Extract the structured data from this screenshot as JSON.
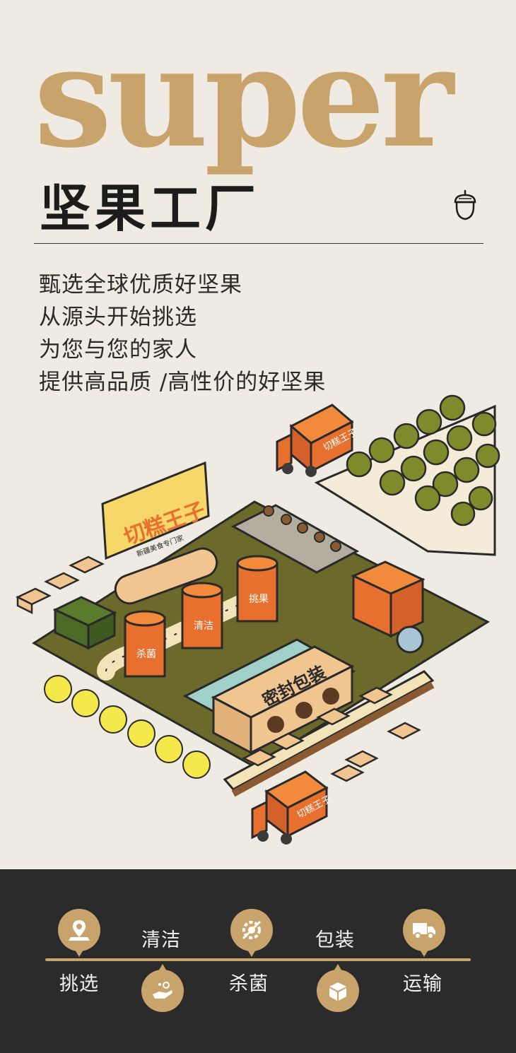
{
  "header": {
    "hero_word": "super",
    "title": "坚果工厂"
  },
  "intro": {
    "lines": [
      "甄选全球优质好坚果",
      "从源头开始挑选",
      "为您与您的家人",
      "提供高品质 /高性价的好坚果"
    ]
  },
  "illustration": {
    "brand_sign": "切糕王子",
    "brand_sub": "新疆美食专门家",
    "truck_label": "切糕王子",
    "tank_labels": [
      "杀菌",
      "清洁",
      "挑果"
    ],
    "machine_label": "密封包装"
  },
  "process": {
    "steps": [
      {
        "label": "挑选",
        "icon": "map-pin-icon"
      },
      {
        "label": "清洁",
        "icon": "cleaning-hand-icon"
      },
      {
        "label": "杀菌",
        "icon": "sterilize-gear-icon"
      },
      {
        "label": "包装",
        "icon": "package-box-icon"
      },
      {
        "label": "运输",
        "icon": "truck-icon"
      }
    ]
  },
  "colors": {
    "background": "#efebe2",
    "accent_gold": "#c9a36c",
    "footer": "#2b2b2b",
    "orange": "#e8702e",
    "olive": "#6b6a2a"
  }
}
